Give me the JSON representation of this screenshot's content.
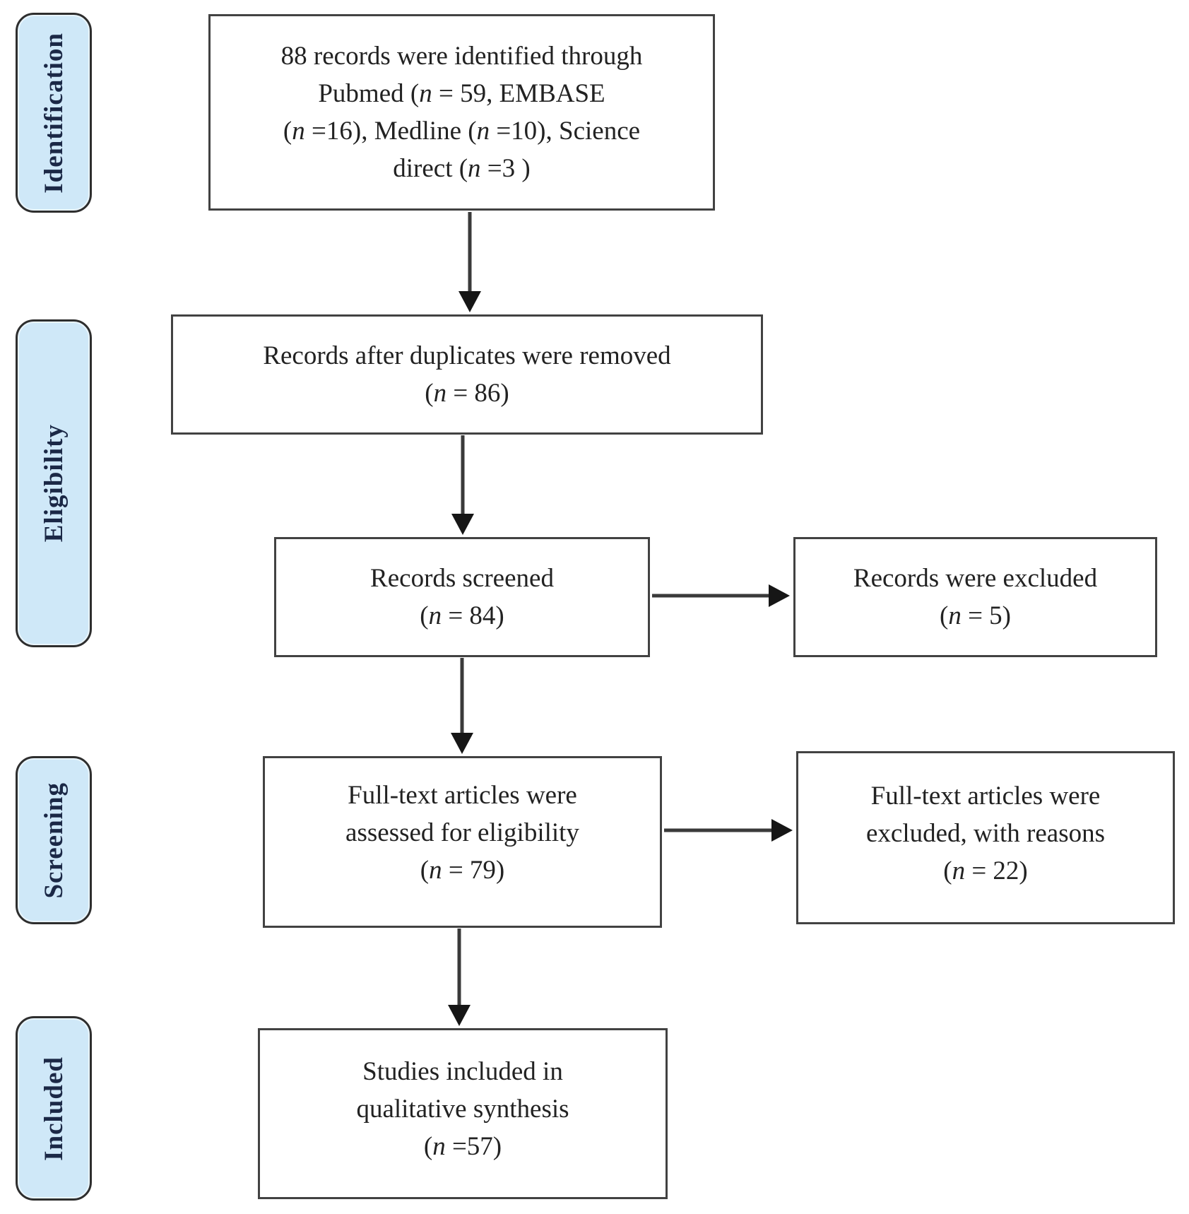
{
  "colors": {
    "stageFill": "#cfe8f8",
    "stageBorder": "#2e2e2e",
    "stageText": "#1b2846",
    "boxBorder": "#424242",
    "boxText": "#222222",
    "arrow": "#3a3a3a",
    "background": "#ffffff"
  },
  "stages": [
    {
      "label": "Identification"
    },
    {
      "label": "Eligibility"
    },
    {
      "label": "Screening"
    },
    {
      "label": "Included"
    }
  ],
  "nodes": {
    "identified": {
      "lines": [
        "88 records were identified through",
        "Pubmed (n = 59, EMBASE",
        "(n =16), Medline (n =10), Science",
        "direct (n =3 )"
      ],
      "count": 88
    },
    "deduplicated": {
      "lines": [
        "Records after duplicates were removed",
        "(n = 86)"
      ],
      "count": 86
    },
    "screened": {
      "lines": [
        "Records screened",
        "(n = 84)"
      ],
      "count": 84
    },
    "records_excluded": {
      "lines": [
        "Records were excluded",
        "(n = 5)"
      ],
      "count": 5
    },
    "fulltext_assessed": {
      "lines": [
        "Full-text articles were",
        "assessed for eligibility",
        "(n = 79)"
      ],
      "count": 79
    },
    "fulltext_excluded": {
      "lines": [
        "Full-text articles were",
        "excluded, with reasons",
        "(n = 22)"
      ],
      "count": 22
    },
    "included_qualitative": {
      "lines": [
        "Studies included in",
        "qualitative synthesis",
        "(n =57)"
      ],
      "count": 57
    }
  }
}
